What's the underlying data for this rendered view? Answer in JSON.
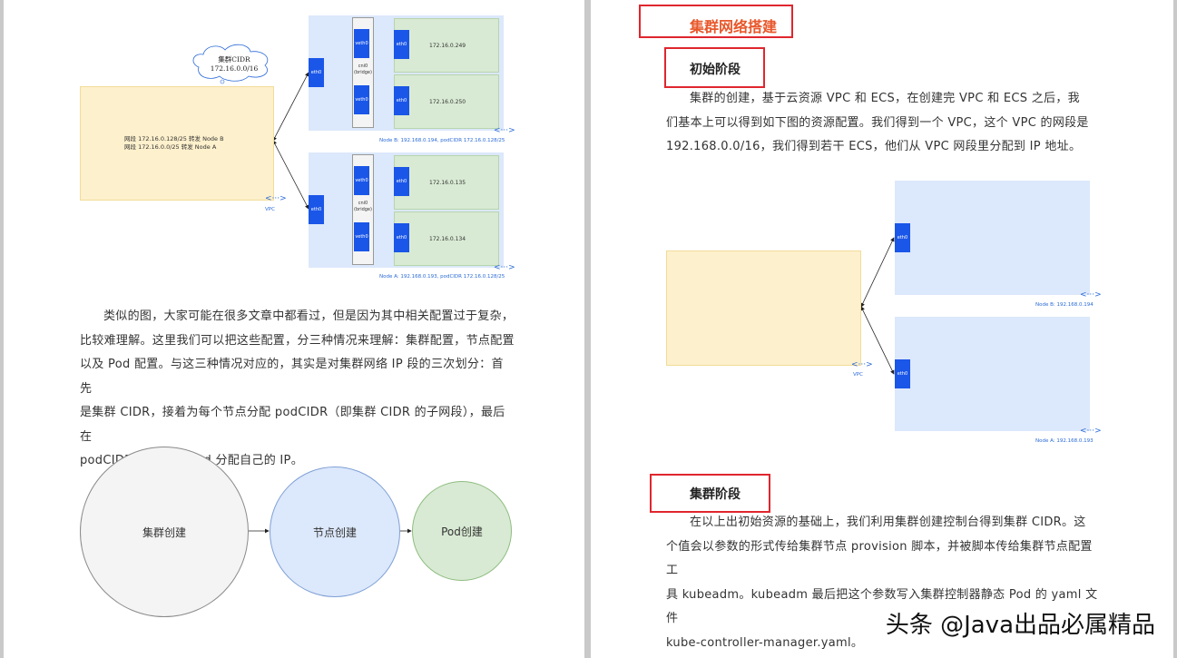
{
  "left": {
    "cloud": {
      "line1": "集群CIDR",
      "line2": "172.16.0.0/16"
    },
    "route_table": {
      "line1": "网段 172.16.0.128/25 转发 Node B",
      "line2": "网段 172.16.0.0/25 转发 Node A"
    },
    "vpc_label": "VPC",
    "node_b": {
      "label": "Node B: 192.168.0.194, podCIDR 172.16.0.128/25",
      "eth0": "eth0",
      "bridge": "cni0 (bridge)",
      "veth_top": "veth0",
      "veth_bottom": "veth0",
      "pod_eth_top": "eth0",
      "pod_eth_bottom": "eth0",
      "pod_top_ip": "172.16.0.249",
      "pod_bottom_ip": "172.16.0.250"
    },
    "node_a": {
      "label": "Node A: 192.168.0.193, podCIDR 172.16.0.128/25",
      "eth0": "eth0",
      "bridge": "cni0 (bridge)",
      "veth_top": "veth0",
      "veth_bottom": "veth0",
      "pod_eth_top": "eth0",
      "pod_eth_bottom": "eth0",
      "pod_top_ip": "172.16.0.135",
      "pod_bottom_ip": "172.16.0.134"
    },
    "paragraph": [
      "类似的图，大家可能在很多文章中都看过，但是因为其中相关配置过于复杂，",
      "比较难理解。这里我们可以把这些配置，分三种情况来理解：集群配置，节点配置",
      "以及 Pod 配置。与这三种情况对应的，其实是对集群网络 IP 段的三次划分：首先",
      "是集群 CIDR，接着为每个节点分配 podCIDR（即集群 CIDR 的子网段），最后在",
      "podCIDR 里为每个 Pod 分配自己的 IP。"
    ],
    "flow": {
      "step1": "集群创建",
      "step2": "节点创建",
      "step3": "Pod创建"
    }
  },
  "right": {
    "section_title": "集群网络搭建",
    "sub1_title": "初始阶段",
    "sub1_paragraph": [
      "集群的创建，基于云资源 VPC 和 ECS，在创建完 VPC 和 ECS 之后，我",
      "们基本上可以得到如下图的资源配置。我们得到一个 VPC，这个 VPC 的网段是",
      "192.168.0.0/16，我们得到若干 ECS，他们从 VPC 网段里分配到 IP 地址。"
    ],
    "diagram": {
      "node_b_label": "Node B: 192.168.0.194",
      "node_a_label": "Node A: 192.168.0.193",
      "eth0_top": "eth0",
      "eth0_bottom": "eth0",
      "vpc_label": "VPC"
    },
    "sub2_title": "集群阶段",
    "sub2_paragraph": [
      "在以上出初始资源的基础上，我们利用集群创建控制台得到集群 CIDR。这",
      "个值会以参数的形式传给集群节点 provision 脚本，并被脚本传给集群节点配置工",
      "具 kubeadm。kubeadm 最后把这个参数写入集群控制器静态 Pod 的 yaml 文件",
      "kube-controller-manager.yaml。"
    ]
  },
  "watermark": "头条 @Java出品必属精品",
  "colors": {
    "accent_red": "#e0262e",
    "heading_orange": "#e8572a",
    "veth_blue": "#1a56e8",
    "vpc_blue": "#dce8fb",
    "pod_green": "#d8ead3",
    "route_yellow": "#fdf0cc"
  }
}
